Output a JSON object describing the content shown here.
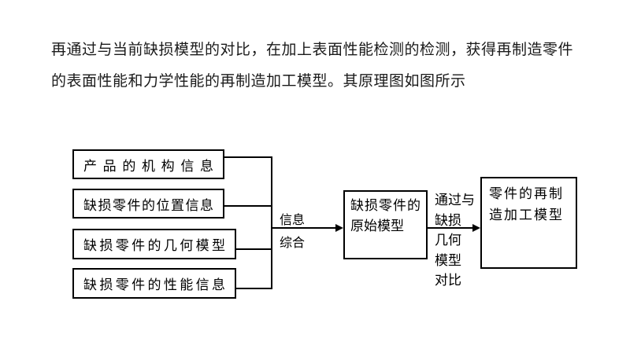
{
  "paragraph": {
    "line1": "再通过与当前缺损模型的对比，在加上表面性能检测的检测，获得再制造零件",
    "line2": "的表面性能和力学性能的再制造加工模型。其原理图如图所示"
  },
  "diagram": {
    "source_boxes": [
      {
        "label": "产品的机构信息"
      },
      {
        "label": "缺损零件的位置信息"
      },
      {
        "label": "缺损零件的几何模型"
      },
      {
        "label": "缺损零件的性能信息"
      }
    ],
    "merge_arrow_label": {
      "line1": "信息",
      "line2": "综合"
    },
    "middle_box": {
      "line1": "缺损零件的",
      "line2": "原始模型"
    },
    "compare_label": {
      "lines": [
        "通过与",
        "缺损",
        "几何",
        "模型",
        "对比"
      ]
    },
    "result_box": {
      "line1": "零件的再制",
      "line2": "造加工模型"
    }
  },
  "colors": {
    "background": "#ffffff",
    "line": "#000000",
    "text": "#1a1a1a"
  }
}
